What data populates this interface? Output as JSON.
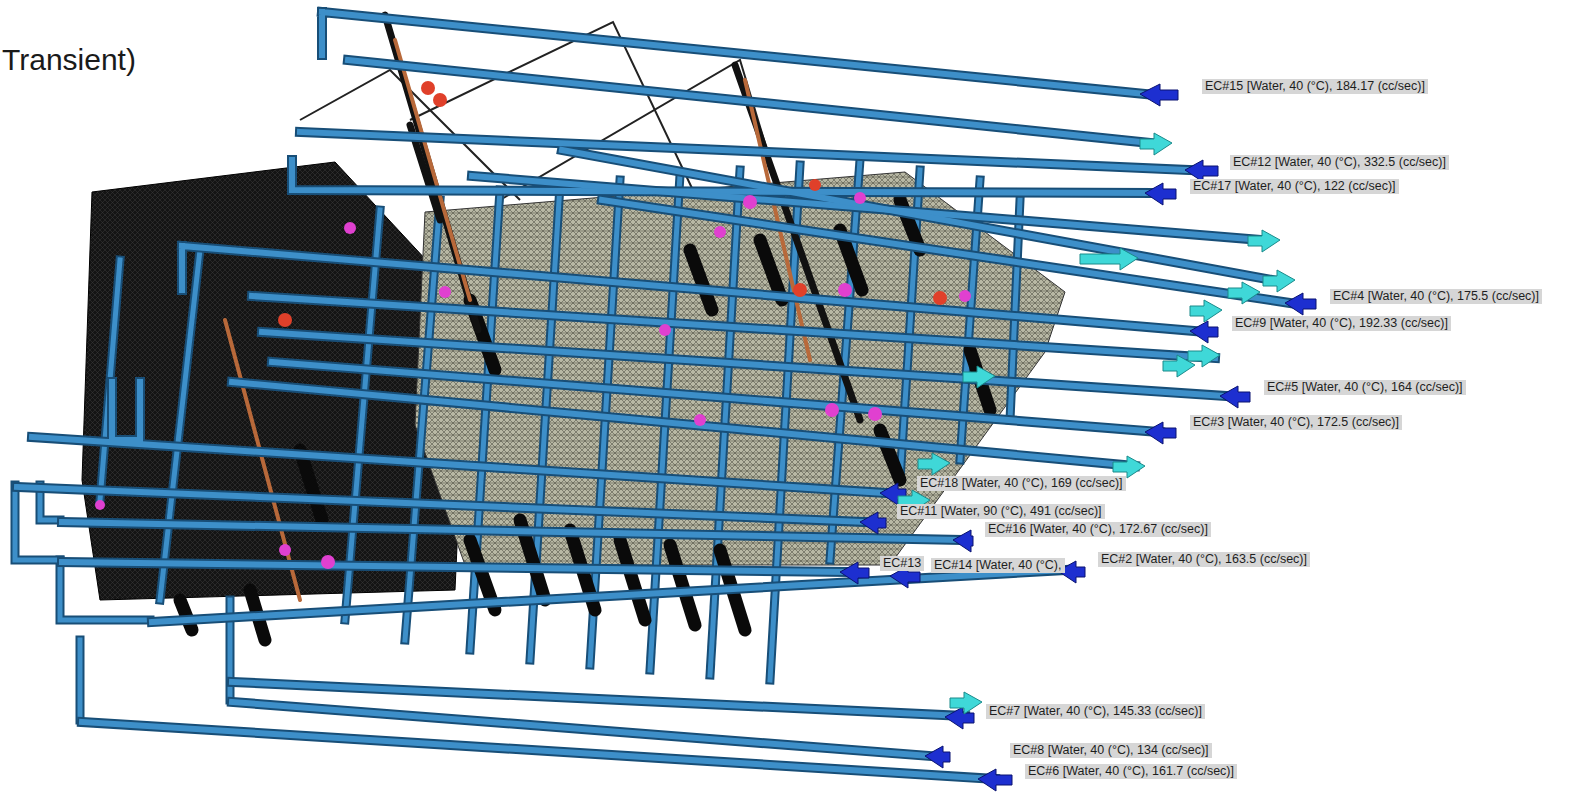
{
  "diagram": {
    "title": "Transient)",
    "labels": [
      "EC#15 [Water, 40 (°C), 184.17 (cc/sec)]",
      "EC#12 [Water, 40 (°C), 332.5 (cc/sec)]",
      "EC#17 [Water, 40 (°C), 122 (cc/sec)]",
      "EC#4 [Water, 40 (°C), 175.5 (cc/sec)]",
      "EC#9 [Water, 40 (°C), 192.33 (cc/sec)]",
      "EC#5 [Water, 40 (°C), 164 (cc/sec)]",
      "EC#3 [Water, 40 (°C), 172.5 (cc/sec)]",
      "EC#18 [Water, 40 (°C), 169 (cc/sec)]",
      "EC#11 [Water, 90 (°C), 491 (cc/sec)]",
      "EC#16 [Water, 40 (°C), 172.67 (cc/sec)]",
      "EC#13",
      "EC#14 [Water, 40 (°C),",
      "EC#2 [Water, 40 (°C), 163.5 (cc/sec)]",
      "EC#7 [Water, 40 (°C), 145.33 (cc/sec)]",
      "EC#8 [Water, 40 (°C), 134 (cc/sec)]",
      "EC#6 [Water, 40 (°C), 161.7 (cc/sec)]"
    ]
  }
}
